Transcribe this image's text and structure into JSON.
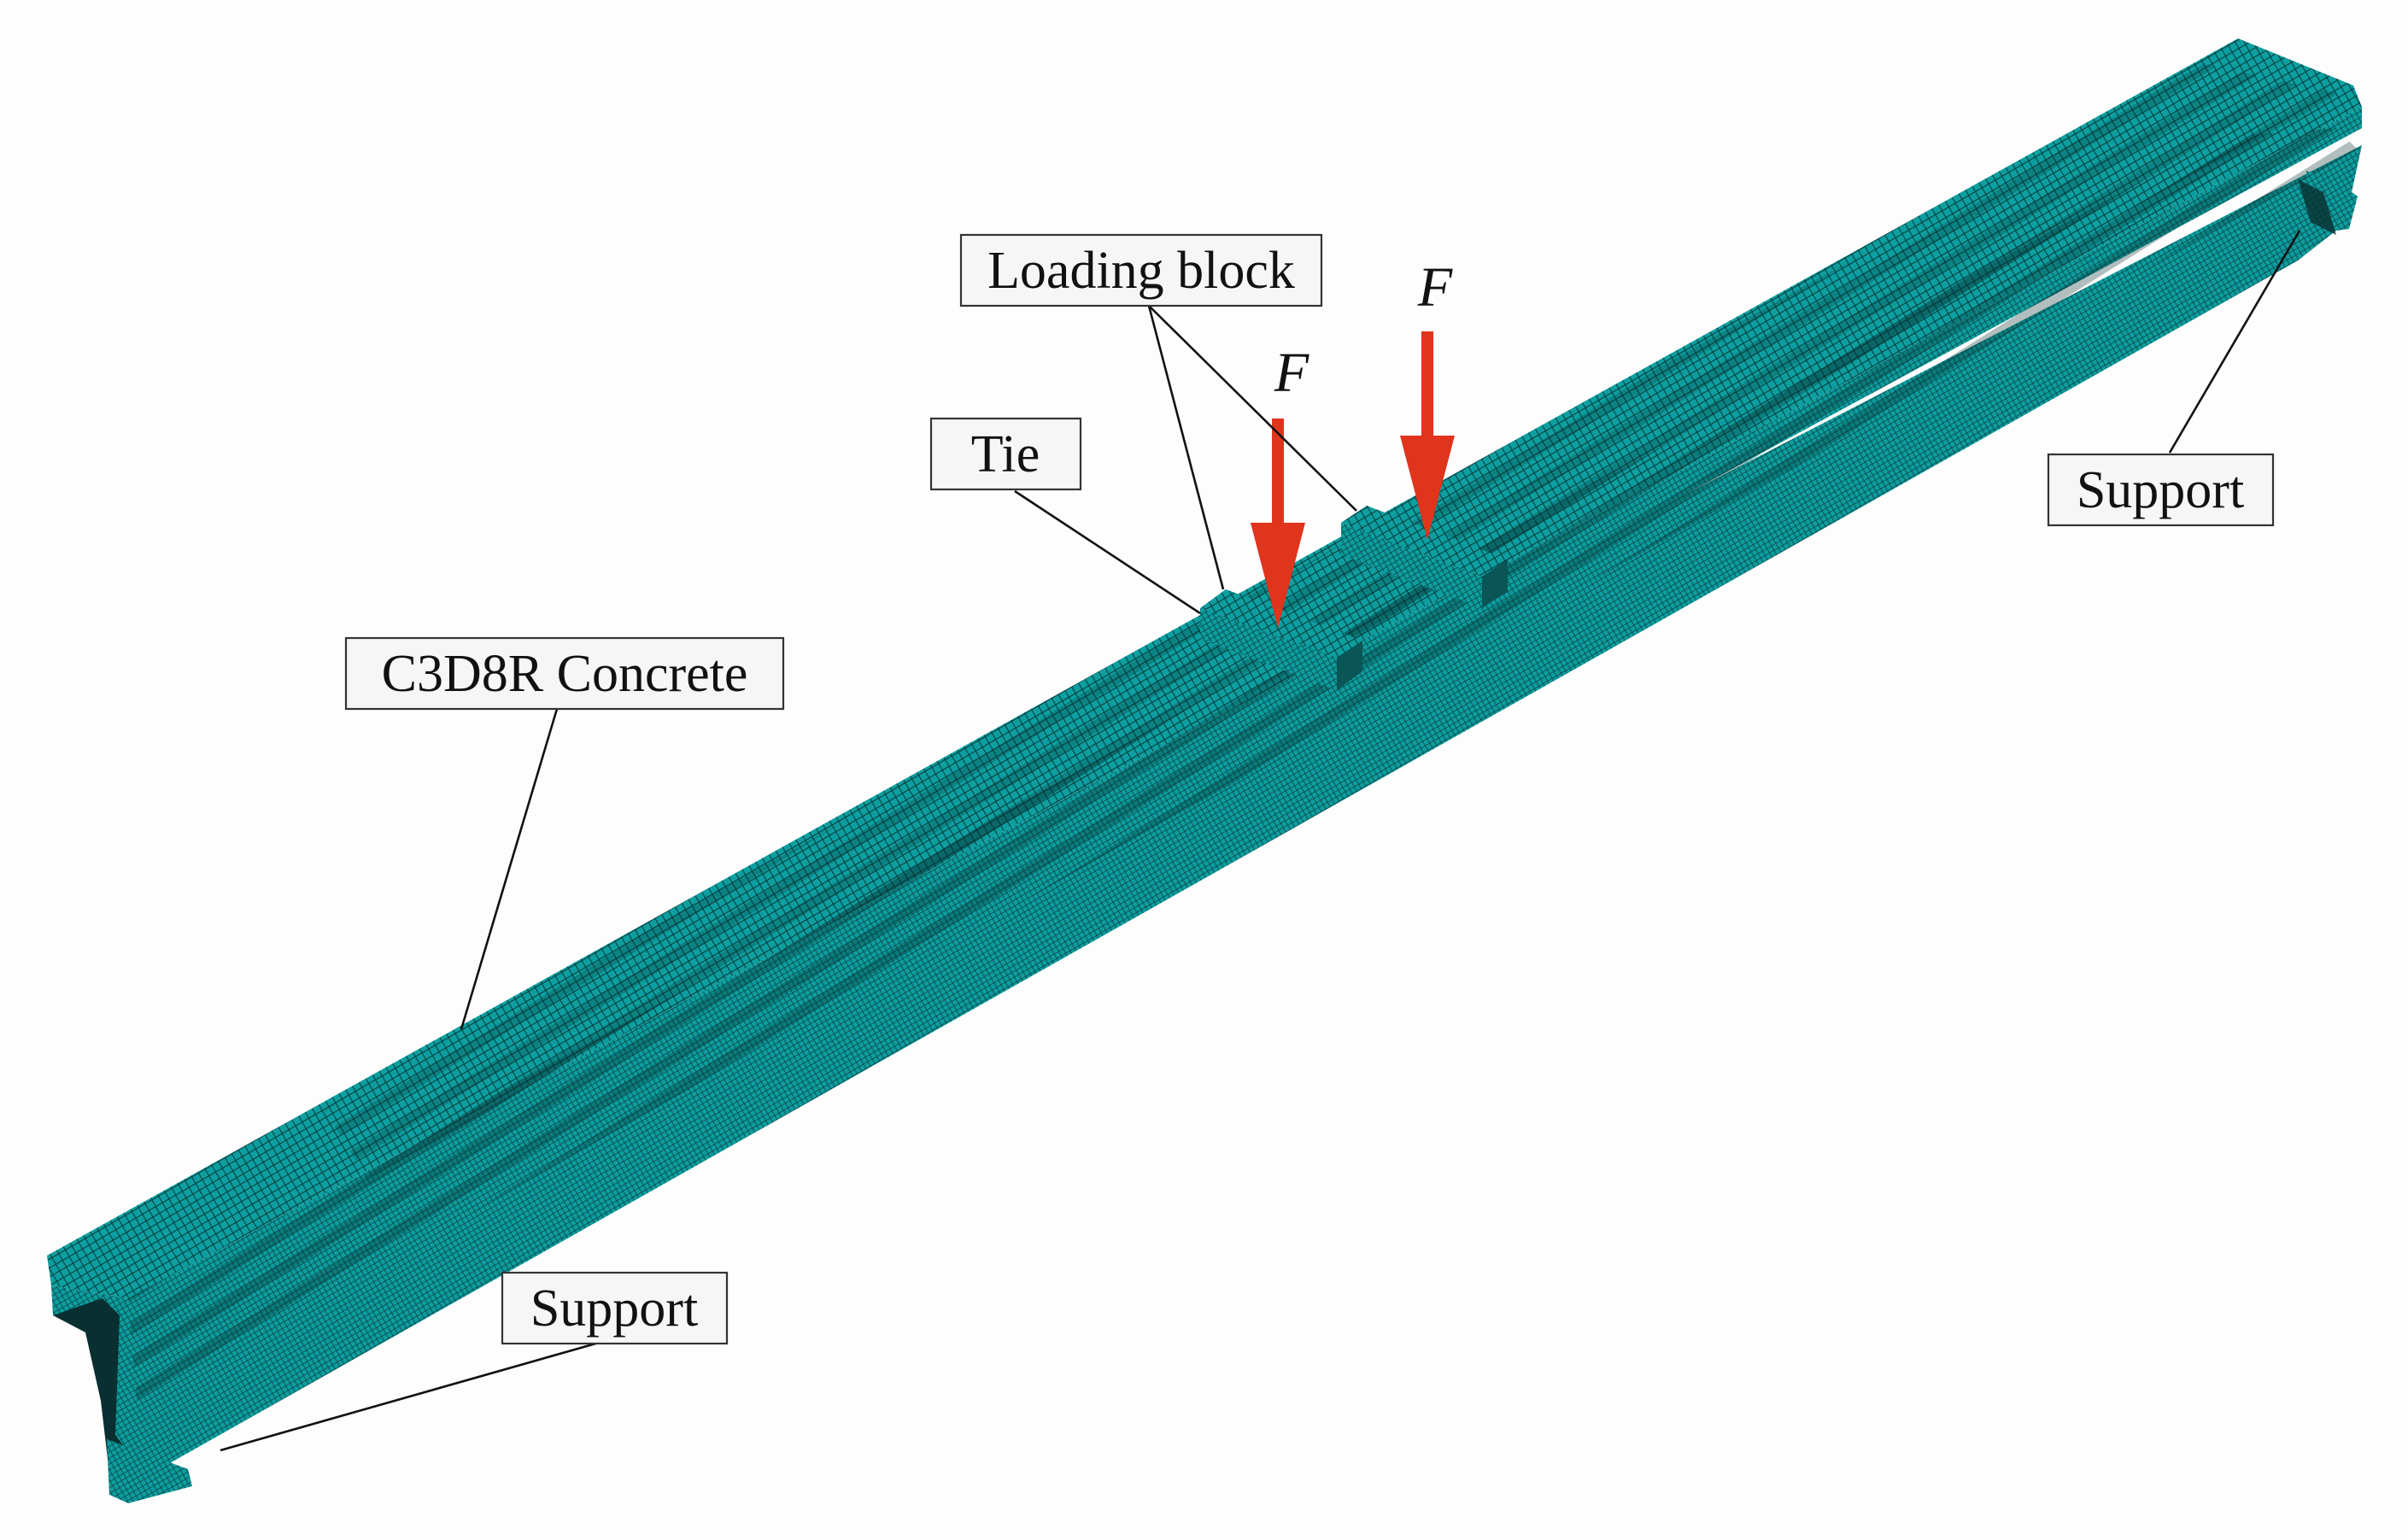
{
  "labels": {
    "loading_block": "Loading block",
    "tie": "Tie",
    "concrete": "C3D8R Concrete",
    "support_right": "Support",
    "support_left": "Support",
    "force_1": "F",
    "force_2": "F"
  },
  "colors": {
    "mesh_fill": "#0d9fa0",
    "mesh_line": "#063f40",
    "mesh_dark": "#0a2f30",
    "force_arrow": "#e0341c",
    "background": "#fdfdfd"
  }
}
